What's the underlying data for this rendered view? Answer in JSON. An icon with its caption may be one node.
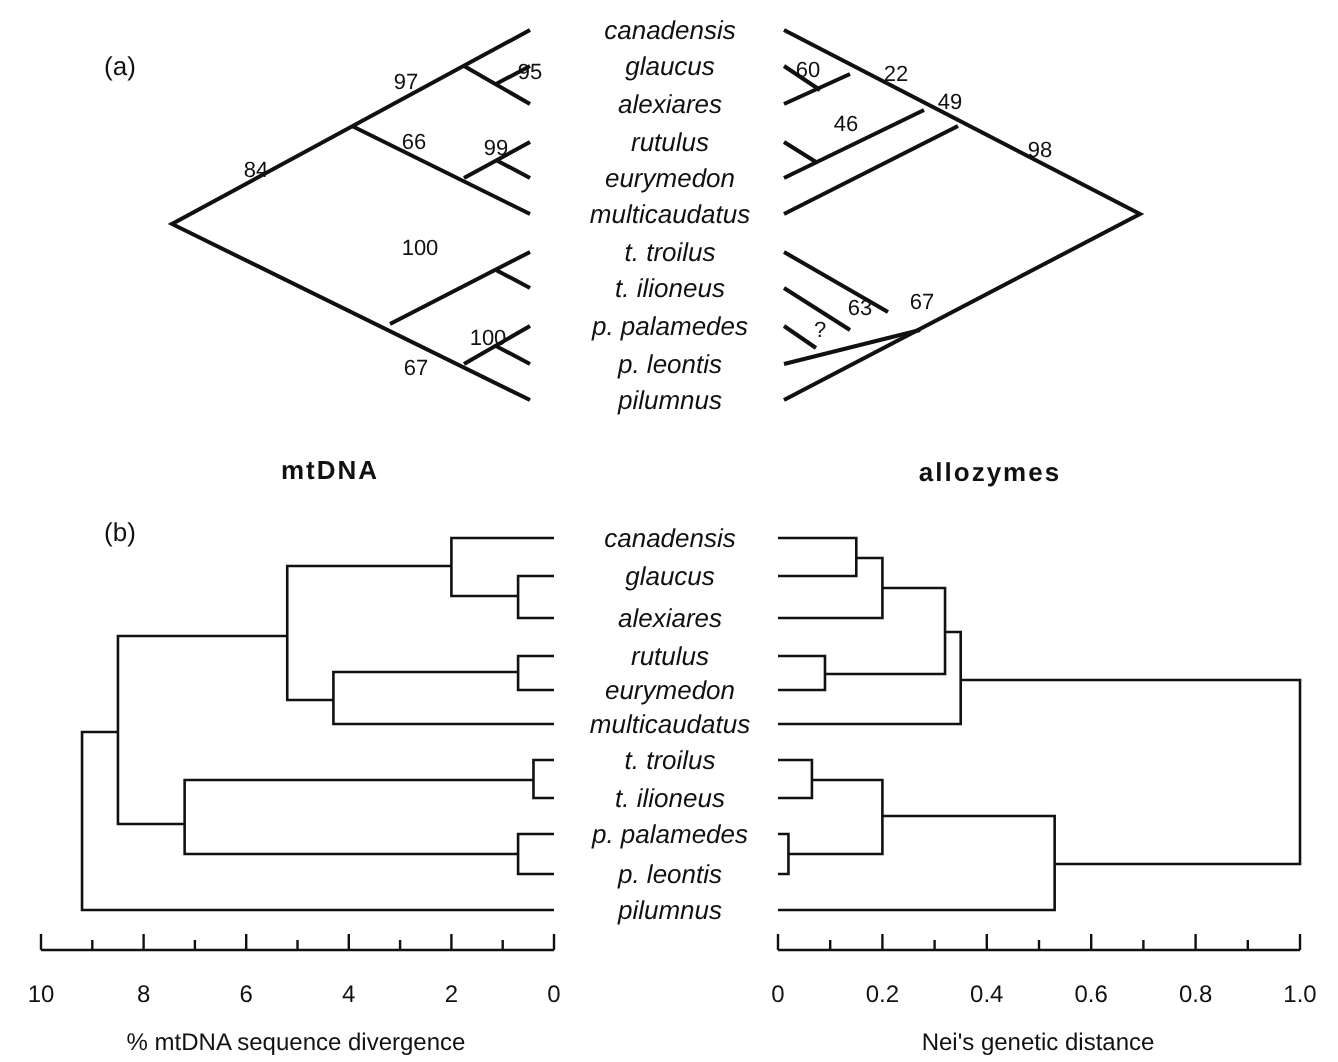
{
  "diagram": {
    "labels": [
      "canadensis",
      "glaucus",
      "alexiares",
      "rutulus",
      "eurymedon",
      "multicaudatus",
      "t. troilus",
      "t. ilioneus",
      "p. palamedes",
      "p. leontis",
      "pilumnus",
      "(a)",
      "97",
      "95",
      "60",
      "22",
      "49",
      "84",
      "66",
      "99",
      "46",
      "98",
      "100",
      "63",
      "67",
      "100",
      "?",
      "67",
      "mtDNA",
      "allozymes",
      "(b)",
      "canadensis",
      "glaucus",
      "alexiares",
      "rutulus",
      "eurymedon",
      "multicaudatus",
      "t. troilus",
      "t. ilioneus",
      "p. palamedes",
      "p. leontis",
      "pilumnus",
      "10",
      "8",
      "6",
      "4",
      "2",
      "0",
      "0",
      "0.2",
      "0.4",
      "0.6",
      "0.8",
      "1.0",
      "% mtDNA sequence divergence",
      "Nei's genetic distance"
    ]
  }
}
